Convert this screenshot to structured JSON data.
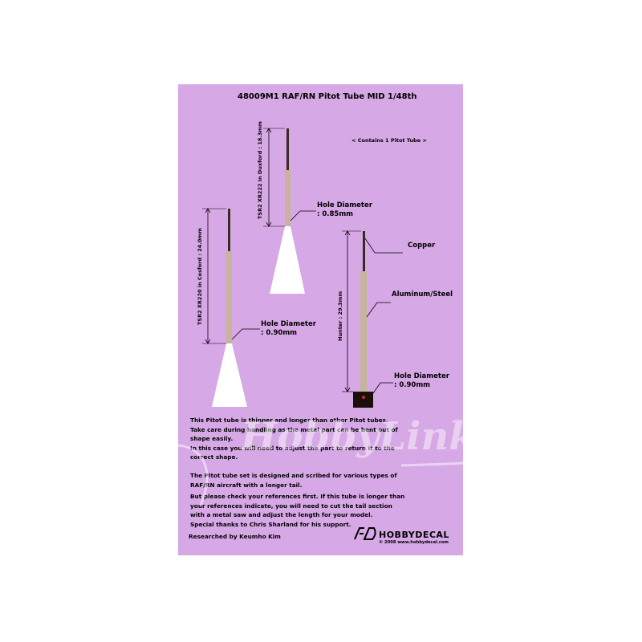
{
  "sheet": {
    "title": "48009M1 RAF/RN Pitot Tube MID 1/48th",
    "contains": "< Contains 1 Pitot Tube >"
  },
  "tube_a": {
    "dimension_label": "TSR2 XR222 in Duxford : 18.3mm",
    "hole_label": "Hole Diameter",
    "hole_value": ": 0.85mm"
  },
  "tube_b": {
    "dimension_label": "TSR2 XR220 in Cosford : 24.0mm",
    "hole_label": "Hole Diameter",
    "hole_value": ": 0.90mm"
  },
  "tube_c": {
    "dimension_label": "Hunter : 29.3mm",
    "copper_label": "Copper",
    "aluminum_label": "Aluminum/Steel",
    "hole_label": "Hole Diameter",
    "hole_value": ": 0.90mm"
  },
  "notes": {
    "p1_l1": "This Pitot tube is thinner and longer than other Pitot tubes.",
    "p1_l2": "Take care during handling as the metal part can be bent out of",
    "p1_l3": "shape easily.",
    "p1_l4": "In this case you will need to adjust the part to return it to the",
    "p1_l5": "correct shape.",
    "p2_l1": "The Pitot tube set is designed and scribed for various types of",
    "p2_l2": "RAF/RN aircraft with a longer tail.",
    "p2_l3": "But please check your references first. If this tube is longer than",
    "p2_l4": "your references indicate, you will need to cut the tail section",
    "p2_l5": "with a metal saw and adjust the length for your model.",
    "p2_l6": "Special thanks to Chris Sharland for his support."
  },
  "footer": {
    "researched_by": "Researched by Keumho Kim",
    "brand": "HOBBYDECAL",
    "copyright": "© 2008 www.hobbydecal.com"
  },
  "watermark": {
    "text": "HobbyLink"
  },
  "colors": {
    "sheet": "#d7a8e6",
    "tube_metal": "#c7b49a",
    "tube_copper": "#3a2a22",
    "base_white": "#ffffff"
  }
}
